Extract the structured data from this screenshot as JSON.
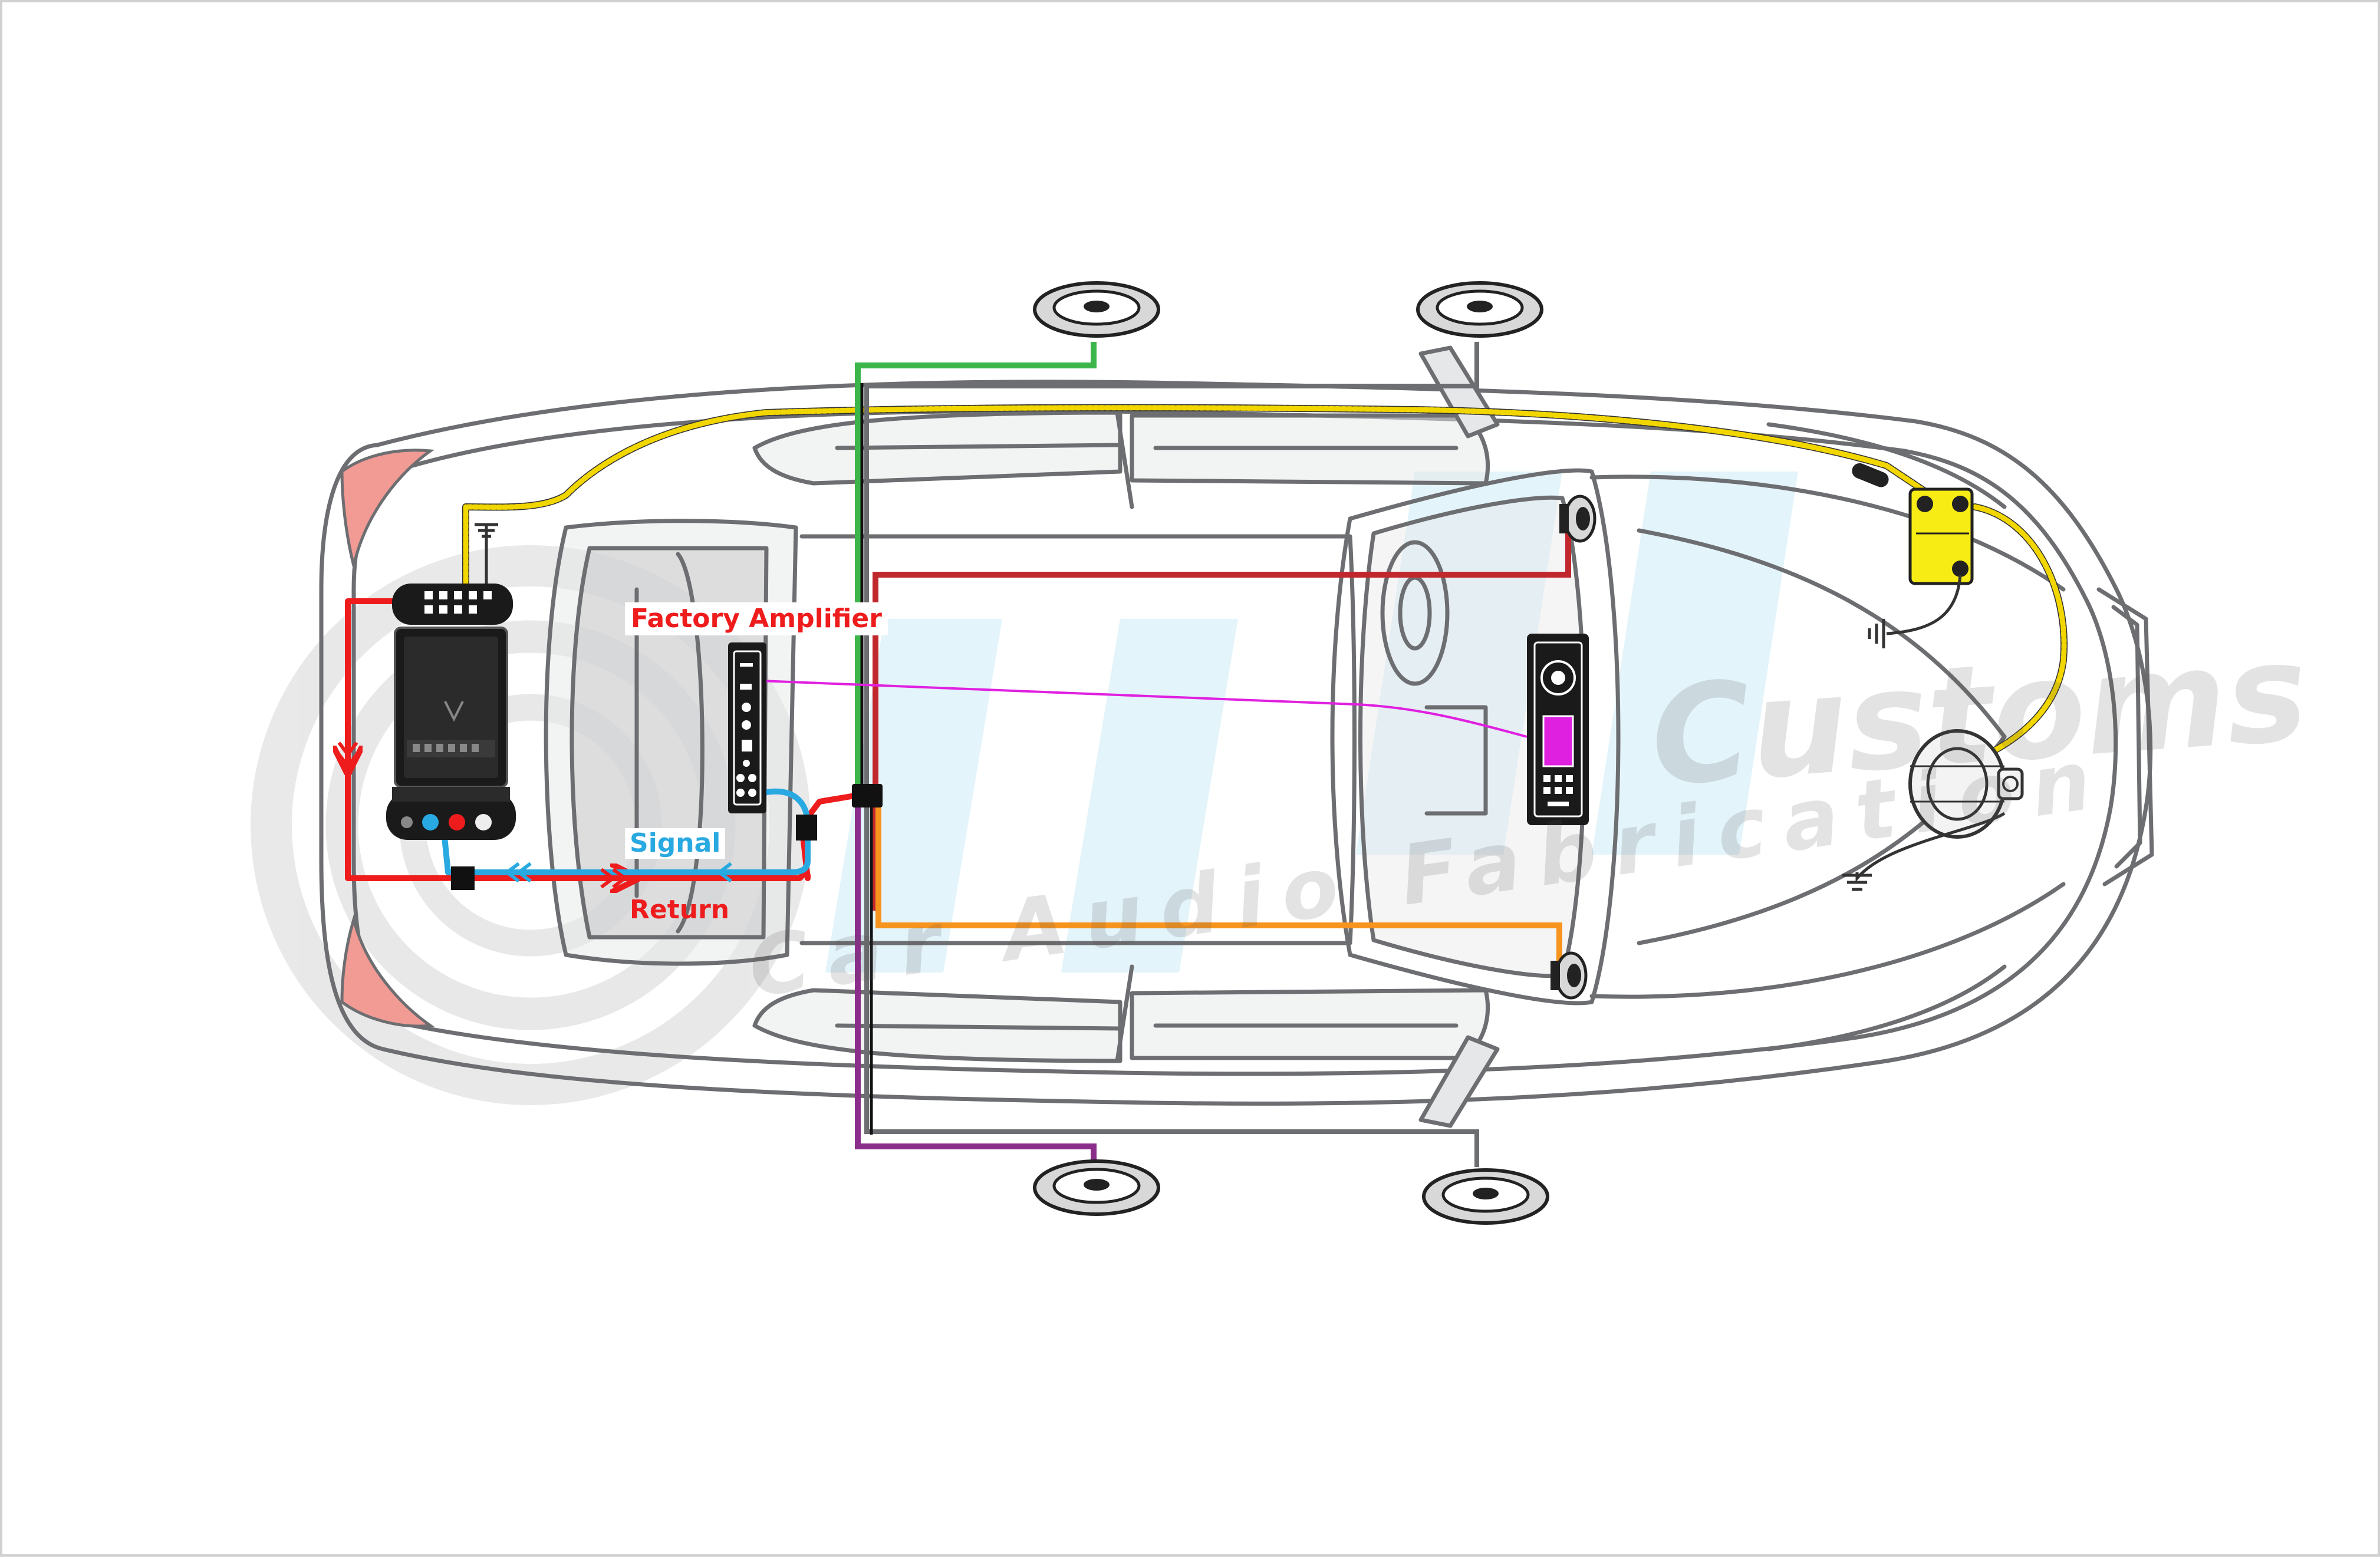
{
  "labels": {
    "factory_amplifier": "Factory Amplifier",
    "signal": "Signal",
    "return": "Return"
  },
  "watermark": {
    "brand": "Customs",
    "tagline": "Car Audio Fabrication"
  },
  "colors": {
    "power_wire": "#f2d600",
    "signal_wire": "#29a9e1",
    "return_wire": "#ee1c1c",
    "front_left_speaker_wire": "#c0282e",
    "front_right_speaker_wire": "#f7941d",
    "rear_left_speaker_wire": "#3cb54a",
    "rear_right_speaker_wire": "#8b2d8b",
    "remote_wire": "#e020e0",
    "car_outline": "#6d6e71",
    "battery": "#f7ec13",
    "taillight": "#f29a94"
  },
  "icons": {
    "amplifier": "amplifier-icon",
    "dsp": "dsp-icon",
    "factory_amplifier": "factory-amplifier-icon",
    "head_unit": "head-unit-icon",
    "battery": "battery-icon",
    "alternator": "alternator-icon",
    "speaker": "speaker-icon",
    "ground": "ground-icon",
    "fuse": "fuse-icon"
  }
}
